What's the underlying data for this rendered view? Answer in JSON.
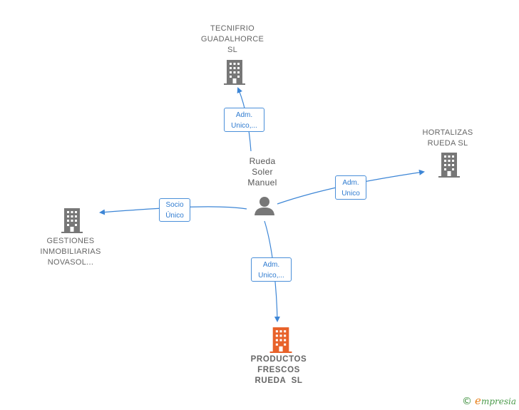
{
  "person": {
    "name_lines": [
      "Rueda",
      "Soler",
      "Manuel"
    ]
  },
  "companies": {
    "tecnifrio": {
      "lines": [
        "TECNIFRIO",
        "GUADALHORCE",
        "SL"
      ]
    },
    "hortalizas": {
      "lines": [
        "HORTALIZAS",
        "RUEDA SL"
      ]
    },
    "gestiones": {
      "lines": [
        "GESTIONES",
        "INMOBILIARIAS",
        "NOVASOL..."
      ]
    },
    "productos": {
      "lines": [
        "PRODUCTOS",
        "FRESCOS",
        "RUEDA  SL"
      ]
    }
  },
  "relations": {
    "tecnifrio": [
      "Adm.",
      "Unico,..."
    ],
    "hortalizas": [
      "Adm.",
      "Unico"
    ],
    "gestiones": [
      "Socio",
      "Único"
    ],
    "productos": [
      "Adm.",
      "Unico,..."
    ]
  },
  "colors": {
    "edge": "#3d86d6",
    "building": "#777777",
    "main_building": "#e8622a",
    "person": "#777777"
  },
  "footer": {
    "copyright": "©",
    "brand_initial": "e",
    "brand_rest": "mpresia"
  }
}
